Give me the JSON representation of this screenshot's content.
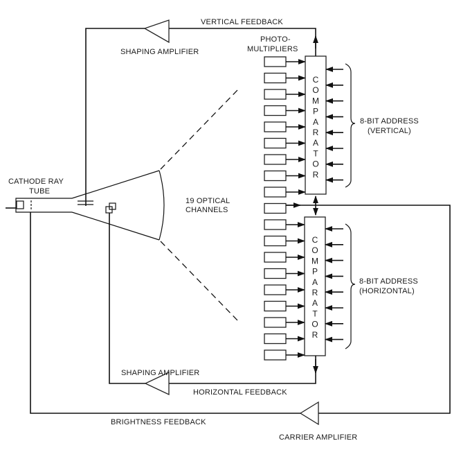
{
  "diagram": {
    "title": "CRT-based optical address feedback system",
    "labels": {
      "vertical_feedback": "VERTICAL FEEDBACK",
      "shaping_amplifier_top": "SHAPING AMPLIFIER",
      "photomultipliers_line1": "PHOTO-",
      "photomultipliers_line2": "MULTIPLIERS",
      "address_vertical_line1": "8-BIT ADDRESS",
      "address_vertical_line2": "(VERTICAL)",
      "crt_line1": "CATHODE RAY",
      "crt_line2": "TUBE",
      "optical_channels_line1": "19 OPTICAL",
      "optical_channels_line2": "CHANNELS",
      "address_horizontal_line1": "8-BIT ADDRESS",
      "address_horizontal_line2": "(HORIZONTAL)",
      "shaping_amplifier_bottom": "SHAPING AMPLIFIER",
      "horizontal_feedback": "HORIZONTAL FEEDBACK",
      "brightness_feedback": "BRIGHTNESS FEEDBACK",
      "carrier_amplifier": "CARRIER AMPLIFIER"
    },
    "comparator_letters": [
      "C",
      "O",
      "M",
      "P",
      "A",
      "R",
      "A",
      "T",
      "O",
      "R"
    ],
    "photomultiplier_count": 19,
    "address_bits_per_comparator": 8
  }
}
